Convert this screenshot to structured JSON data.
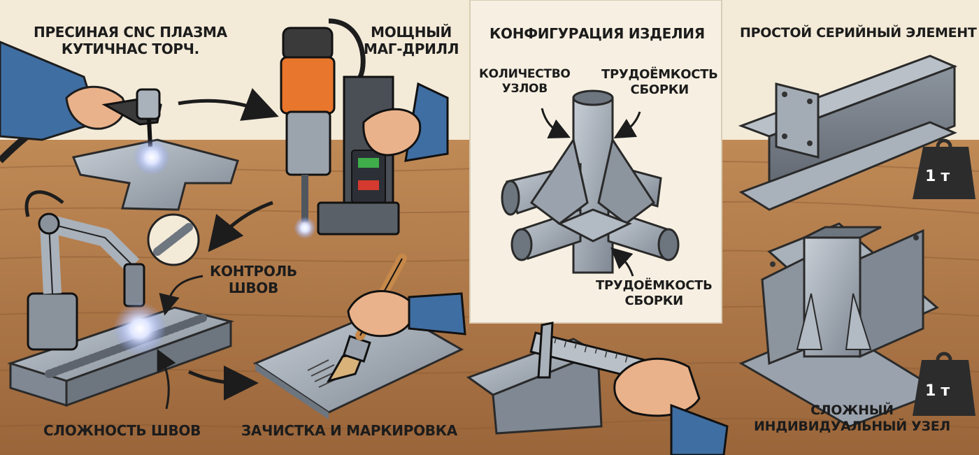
{
  "plasma": {
    "line1": "ПРЕСИНАЯ CNC ПЛАЗМА",
    "line2": "КУТИЧНАС ТОРЧ."
  },
  "drill": {
    "line1": "МОЩНЫЙ",
    "line2": "МАГ-ДРИЛЛ"
  },
  "seam_control": {
    "line1": "КОНТРОЛЬ",
    "line2": "ШВОВ"
  },
  "seam_complexity": "СЛОЖНОСТЬ ШВОВ",
  "cleaning": "ЗАЧИСТКА И МАРКИРОВКА",
  "config": {
    "title": "КОНФИГУРАЦИЯ ИЗДЕЛИЯ",
    "nodes": {
      "line1": "КОЛИЧЕСТВО",
      "line2": "УЗЛОВ"
    },
    "labor_top": {
      "line1": "ТРУДОЁМКОСТЬ",
      "line2": "СБОРКИ"
    },
    "labor_bottom": {
      "line1": "ТРУДОЁМКОСТЬ",
      "line2": "СБОРКИ"
    }
  },
  "simple": {
    "title": "ПРОСТОЙ СЕРИЙНЫЙ ЭЛЕМЕНТ",
    "weight": "1 т"
  },
  "complex": {
    "line1": "СЛОЖНЫЙ",
    "line2": "ИНДИВИДУАЛЬНЫЙ УЗЕЛ",
    "weight": "1 т"
  },
  "colors": {
    "paper": "#f3ead8",
    "wood": "#b07a4a",
    "metal": "#9aa3ad",
    "drill_orange": "#e8762c",
    "sleeve": "#3f6ea3",
    "skin": "#eab28a"
  }
}
